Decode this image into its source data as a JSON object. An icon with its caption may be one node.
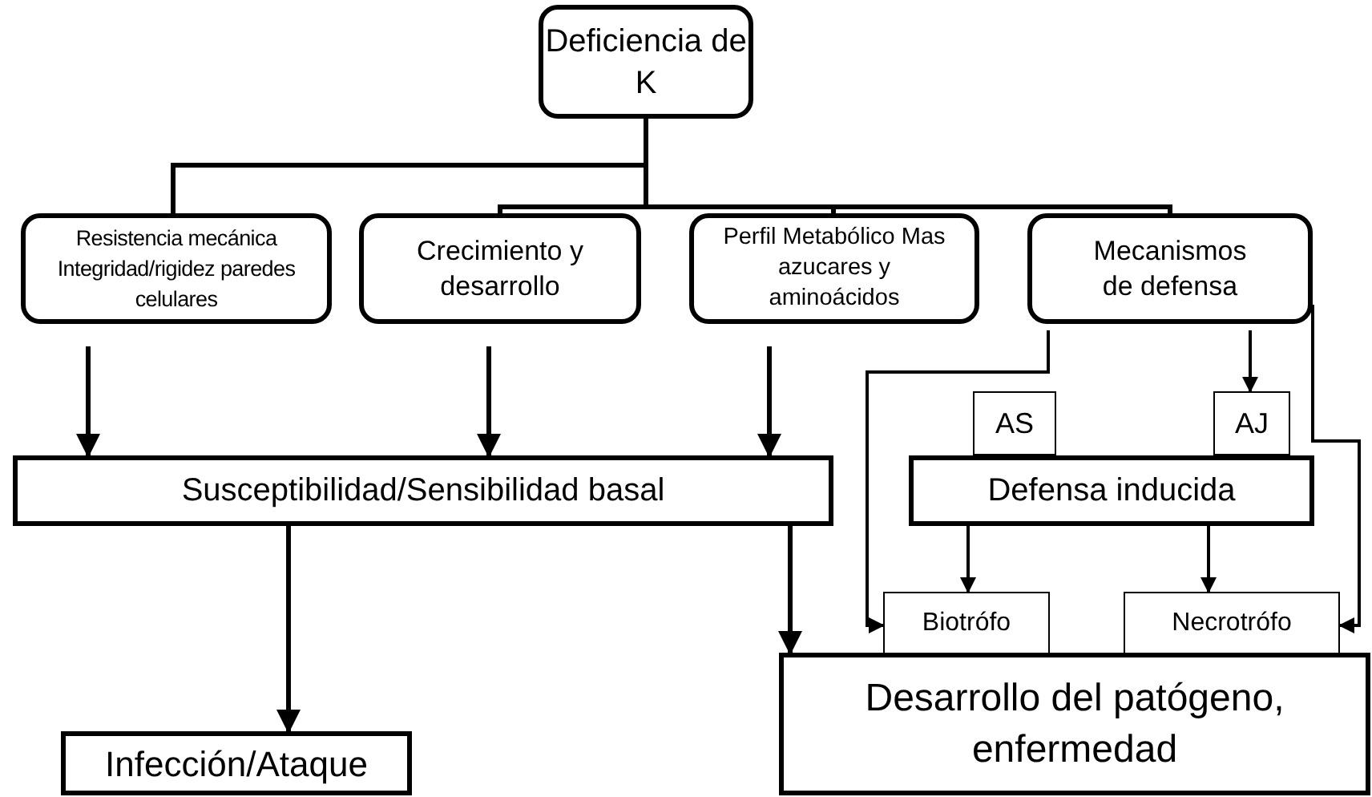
{
  "diagram": {
    "nodes": [
      {
        "text": [
          "Deficiencia de K"
        ]
      },
      {
        "text": [
          "Resistencia mecánica Integridad/rigidez paredes celulares"
        ]
      },
      {
        "text": [
          "Crecimiento y desarrollo"
        ]
      },
      {
        "text": [
          "Perfil Metabólico Mas azucares y aminoácidos"
        ]
      },
      {
        "text": [
          "Mecanismos de defensa"
        ]
      },
      {
        "text": [
          "Susceptibilidad/Sensibilidad basal"
        ]
      },
      {
        "text": [
          "AS"
        ]
      },
      {
        "text": [
          "AJ"
        ]
      },
      {
        "text": [
          "Defensa inducida"
        ]
      },
      {
        "text": [
          "Biotrófo"
        ]
      },
      {
        "text": [
          "Necrotrófo"
        ]
      },
      {
        "text": [
          "Infección/Ataque"
        ]
      },
      {
        "text": [
          "Desarrollo del patógeno, enfermedad"
        ]
      }
    ],
    "edges": [
      {
        "from": 0,
        "to": 1,
        "arrow": "none"
      },
      {
        "from": 0,
        "to": 2,
        "arrow": "none"
      },
      {
        "from": 0,
        "to": 3,
        "arrow": "none"
      },
      {
        "from": 0,
        "to": 4,
        "arrow": "none"
      },
      {
        "from": 1,
        "to": 5,
        "arrow": "to"
      },
      {
        "from": 2,
        "to": 5,
        "arrow": "to"
      },
      {
        "from": 3,
        "to": 5,
        "arrow": "to"
      },
      {
        "from": 5,
        "to": 11,
        "arrow": "to"
      },
      {
        "from": 5,
        "to": 12,
        "arrow": "to"
      },
      {
        "from": 4,
        "to": 9,
        "arrow": "to"
      },
      {
        "from": 4,
        "to": 7,
        "arrow": "to"
      },
      {
        "from": 4,
        "to": 10,
        "arrow": "to"
      },
      {
        "from": 8,
        "to": 9,
        "arrow": "to"
      },
      {
        "from": 8,
        "to": 10,
        "arrow": "to"
      }
    ]
  }
}
